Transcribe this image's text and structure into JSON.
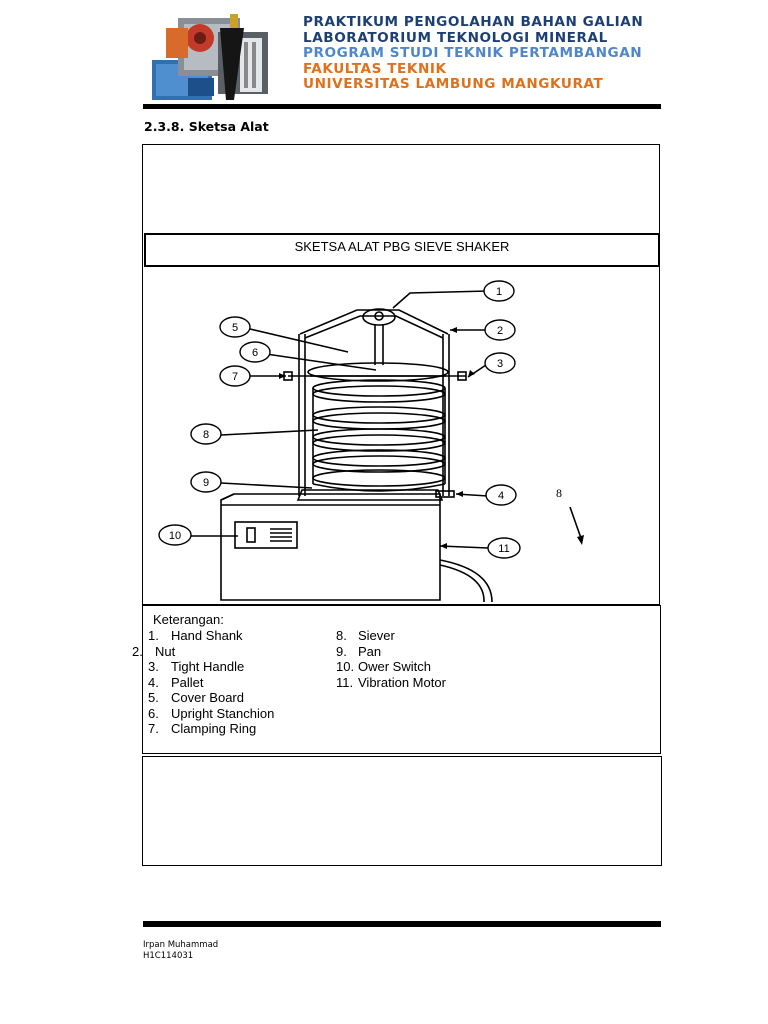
{
  "header": {
    "lines": [
      {
        "text": "PRAKTIKUM  PENGOLAHAN BAHAN GALIAN",
        "color": "#1c3f74"
      },
      {
        "text": "LABORATORIUM  TEKNOLOGI MINERAL",
        "color": "#1c3f74"
      },
      {
        "text": "PROGRAM  STUDI  TEKNIK  PERTAMBANGAN",
        "color": "#4e86c9"
      },
      {
        "text": "FAKULTAS  TEKNIK",
        "color": "#e0711c"
      },
      {
        "text": "UNIVERSITAS  LAMBUNG  MANGKURAT",
        "color": "#e0711c"
      }
    ]
  },
  "section": {
    "title": "2.3.8. Sketsa Alat"
  },
  "sketch": {
    "title": "SKETSA ALAT PBG SIEVE SHAKER",
    "callouts": [
      "1",
      "2",
      "3",
      "4",
      "5",
      "6",
      "7",
      "8",
      "9",
      "10",
      "11"
    ],
    "stray_label": "8"
  },
  "keterangan": {
    "heading": "Keterangan:",
    "left": [
      {
        "num": "1.",
        "label": "Hand Shank"
      },
      {
        "num": "2.",
        "label": "Nut"
      },
      {
        "num": "3.",
        "label": "Tight Handle"
      },
      {
        "num": "4.",
        "label": "Pallet"
      },
      {
        "num": "5.",
        "label": "Cover Board"
      },
      {
        "num": "6.",
        "label": "Upright Stanchion"
      },
      {
        "num": "7.",
        "label": "Clamping Ring"
      }
    ],
    "right": [
      {
        "num": "8.",
        "label": "Siever"
      },
      {
        "num": "9.",
        "label": "Pan"
      },
      {
        "num": "10.",
        "label": "Ower Switch"
      },
      {
        "num": "11.",
        "label": "Vibration Motor"
      }
    ]
  },
  "footer": {
    "name": "Irpan Muhammad",
    "nim": "H1C114031"
  }
}
